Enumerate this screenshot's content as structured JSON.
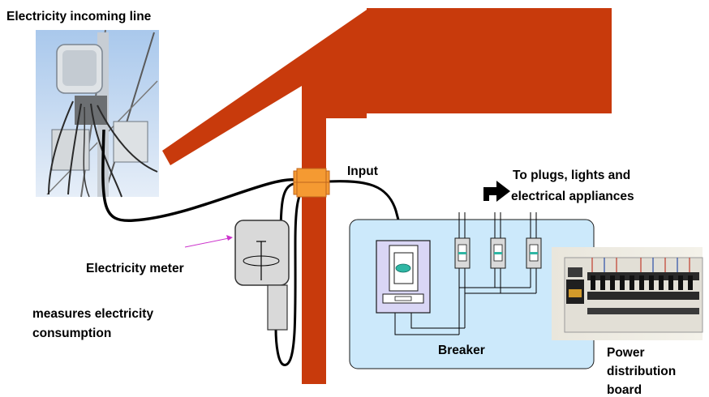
{
  "labels": {
    "incoming_line": "Electricity incoming line",
    "input": "Input",
    "destination_line1": "To plugs, lights and",
    "destination_line2": "electrical appliances",
    "meter": "Electricity meter",
    "measures_line1": "measures electricity",
    "measures_line2": "consumption",
    "breaker": "Breaker",
    "board_line1": "Power",
    "board_line2": "distribution",
    "board_line3": "board"
  },
  "colors": {
    "house": "#c83a0c",
    "connector": "#f59a32",
    "panel": "#cce9fb",
    "meter_body": "#d9d9d9",
    "breaker_unit": "#d9d6f5",
    "pointer": "#cc33cc",
    "wire": "#000000"
  },
  "icons": {
    "arrow": "bent-arrow-right-icon",
    "pole_photo": "utility-pole-photo",
    "board_photo": "distribution-board-photo"
  }
}
